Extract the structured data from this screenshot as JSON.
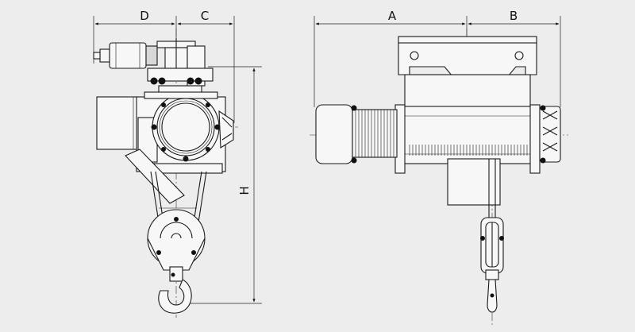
{
  "labels": {
    "D": "D",
    "C": "C",
    "A": "A",
    "B": "B",
    "H": "H"
  },
  "colors": {
    "background": "#ededed",
    "line": "#1a1a1a"
  }
}
